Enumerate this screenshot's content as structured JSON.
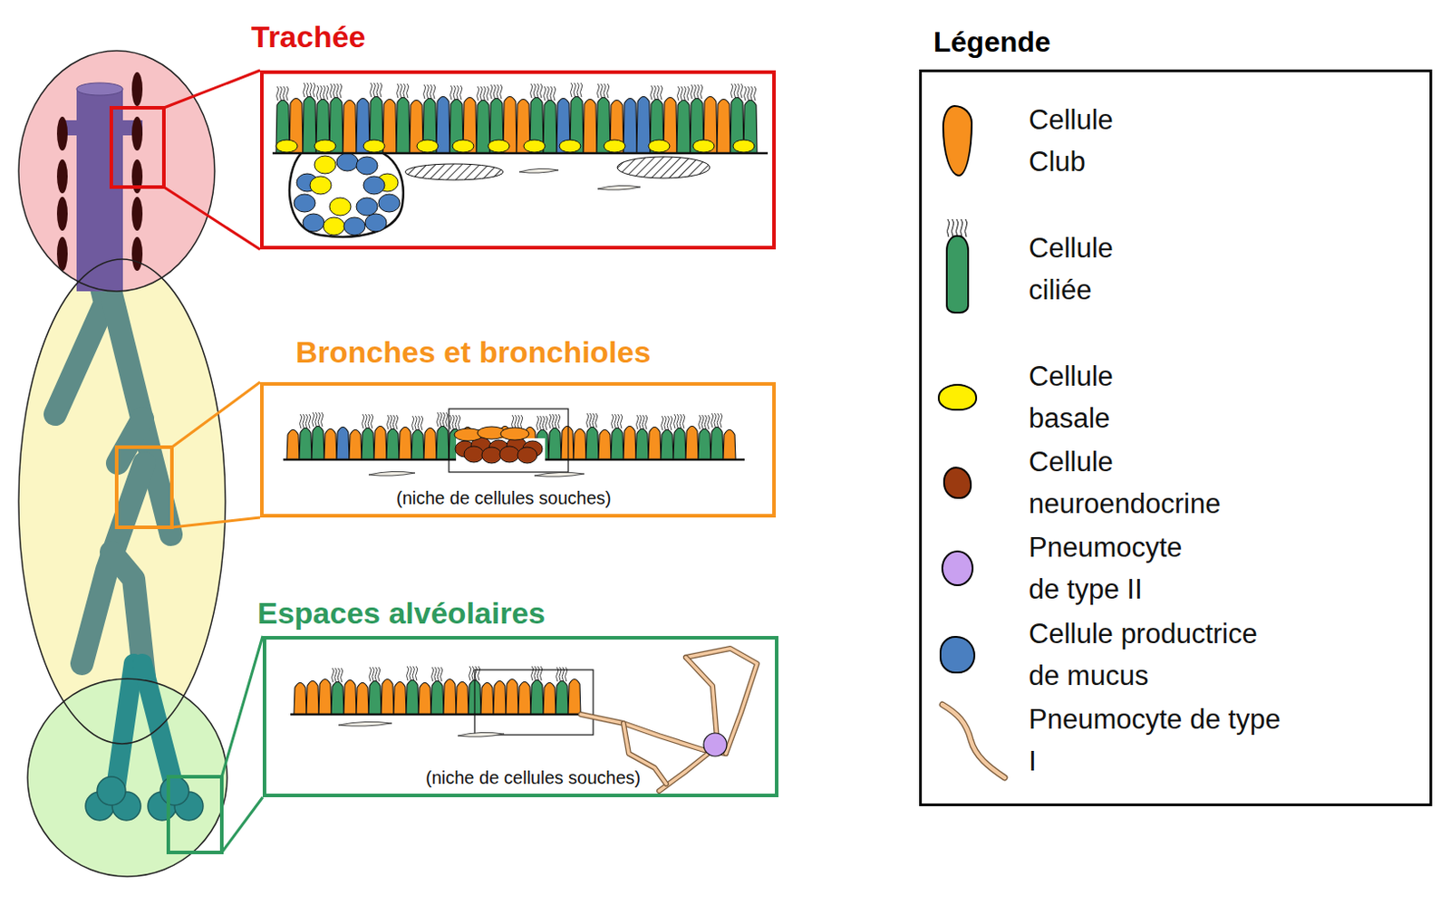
{
  "diagram": {
    "nodes": [
      {
        "text": [
          "Trachée"
        ]
      },
      {
        "text": [
          "Bronches et bronchioles",
          "(niche de cellules souches)"
        ]
      },
      {
        "text": [
          "Espaces alvéolaires",
          "(niche de cellules souches)"
        ]
      }
    ],
    "labels": [
      "Légende"
    ],
    "legend": [
      {
        "text": "Cellule Club",
        "color": "#f7901e"
      },
      {
        "text": "Cellule ciliée",
        "color": "#3a9a62"
      },
      {
        "text": "Cellule basale",
        "color": "#ffef00"
      },
      {
        "text": "Cellule neuroendocrine",
        "color": "#9b3a10"
      },
      {
        "text": "Pneumocyte de type II",
        "color": "#c9a0f0"
      },
      {
        "text": "Cellule productrice de mucus",
        "color": "#4a7fc0"
      },
      {
        "text": "Pneumocyte de type I"
      }
    ]
  }
}
